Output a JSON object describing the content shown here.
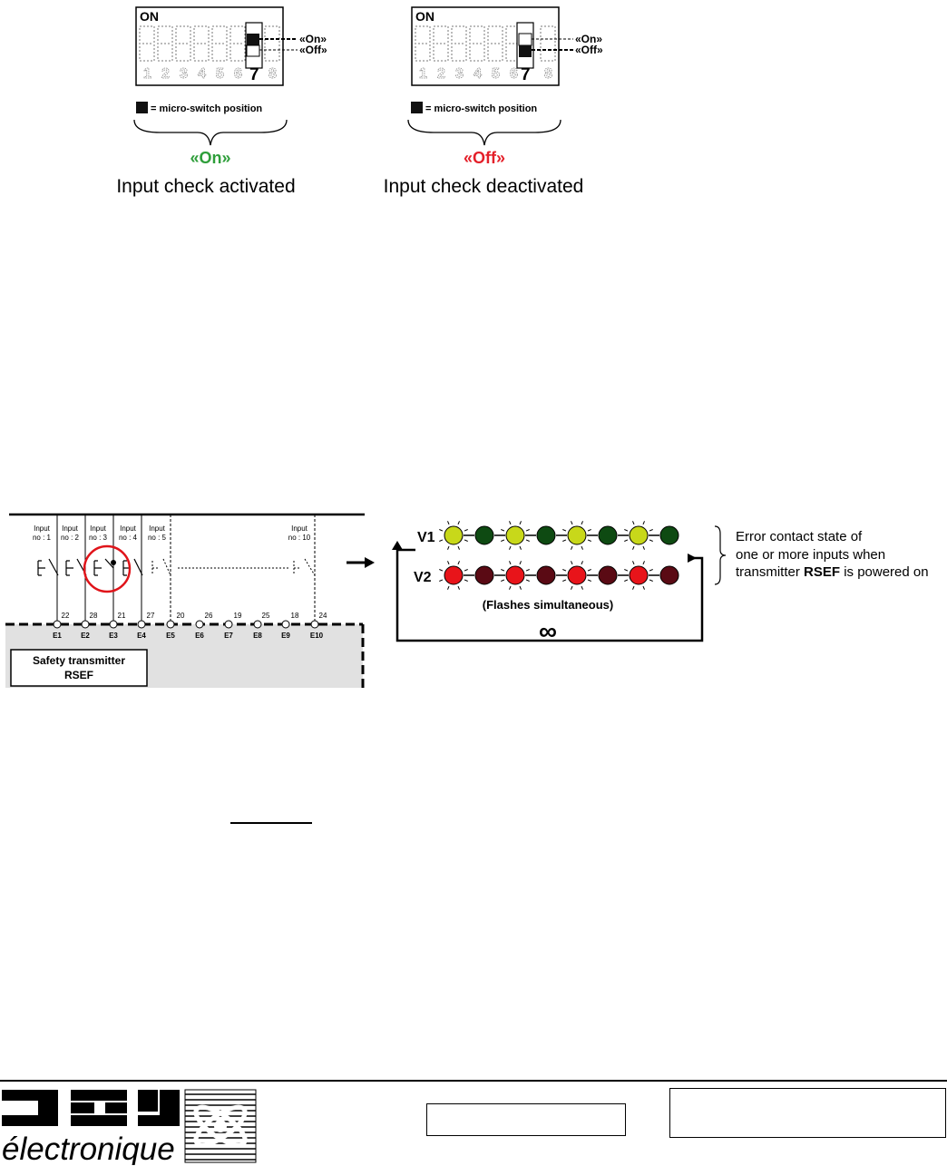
{
  "dip_panels": [
    {
      "on_label": "ON",
      "numbers": [
        "1",
        "2",
        "3",
        "4",
        "5",
        "6",
        "7",
        "8"
      ],
      "on_tag": "«On»",
      "off_tag": "«Off»",
      "legend_text": "= micro-switch position",
      "status": "«On»",
      "caption": "Input check activated",
      "status_color": "#2e9e3a"
    },
    {
      "on_label": "ON",
      "numbers": [
        "1",
        "2",
        "3",
        "4",
        "5",
        "6",
        "7",
        "8"
      ],
      "on_tag": "«On»",
      "off_tag": "«Off»",
      "legend_text": "= micro-switch position",
      "status": "«Off»",
      "caption": "Input check deactivated",
      "status_color": "#e4202a"
    }
  ],
  "wiring": {
    "inputs": [
      {
        "label1": "Input",
        "label2": "no : 1",
        "terminal": "22",
        "e": "E1"
      },
      {
        "label1": "Input",
        "label2": "no : 2",
        "terminal": "28",
        "e": "E2"
      },
      {
        "label1": "Input",
        "label2": "no : 3",
        "terminal": "21",
        "e": "E3"
      },
      {
        "label1": "Input",
        "label2": "no : 4",
        "terminal": "27",
        "e": "E4"
      },
      {
        "label1": "Input",
        "label2": "no : 5",
        "terminal": "20",
        "e": "E5"
      },
      {
        "label1": "",
        "label2": "",
        "terminal": "26",
        "e": "E6"
      },
      {
        "label1": "",
        "label2": "",
        "terminal": "19",
        "e": "E7"
      },
      {
        "label1": "",
        "label2": "",
        "terminal": "25",
        "e": "E8"
      },
      {
        "label1": "",
        "label2": "",
        "terminal": "18",
        "e": "E9"
      },
      {
        "label1": "Input",
        "label2": "no : 10",
        "terminal": "24",
        "e": "E10"
      }
    ],
    "transmitter_line1": "Safety transmitter",
    "transmitter_line2": "RSEF"
  },
  "led_panel": {
    "v1_label": "V1",
    "v2_label": "V2",
    "flash_note": "(Flashes simultaneous)",
    "loop_symbol": "∞",
    "v1_colors": {
      "lit": "#c8d81a",
      "dark": "#0e4a12"
    },
    "v2_colors": {
      "lit": "#e8141a",
      "dark": "#5a0a14"
    }
  },
  "error_note": {
    "line1": "Error contact state of",
    "line2": "one or more inputs when",
    "line3_pre": "transmitter ",
    "line3_bold": "RSEF",
    "line3_post": " is powered on"
  },
  "footer": {
    "logo_word": "électronique"
  },
  "colors": {
    "transmitter_fill": "#e1e1e1",
    "highlight_circle": "#e0141a"
  }
}
